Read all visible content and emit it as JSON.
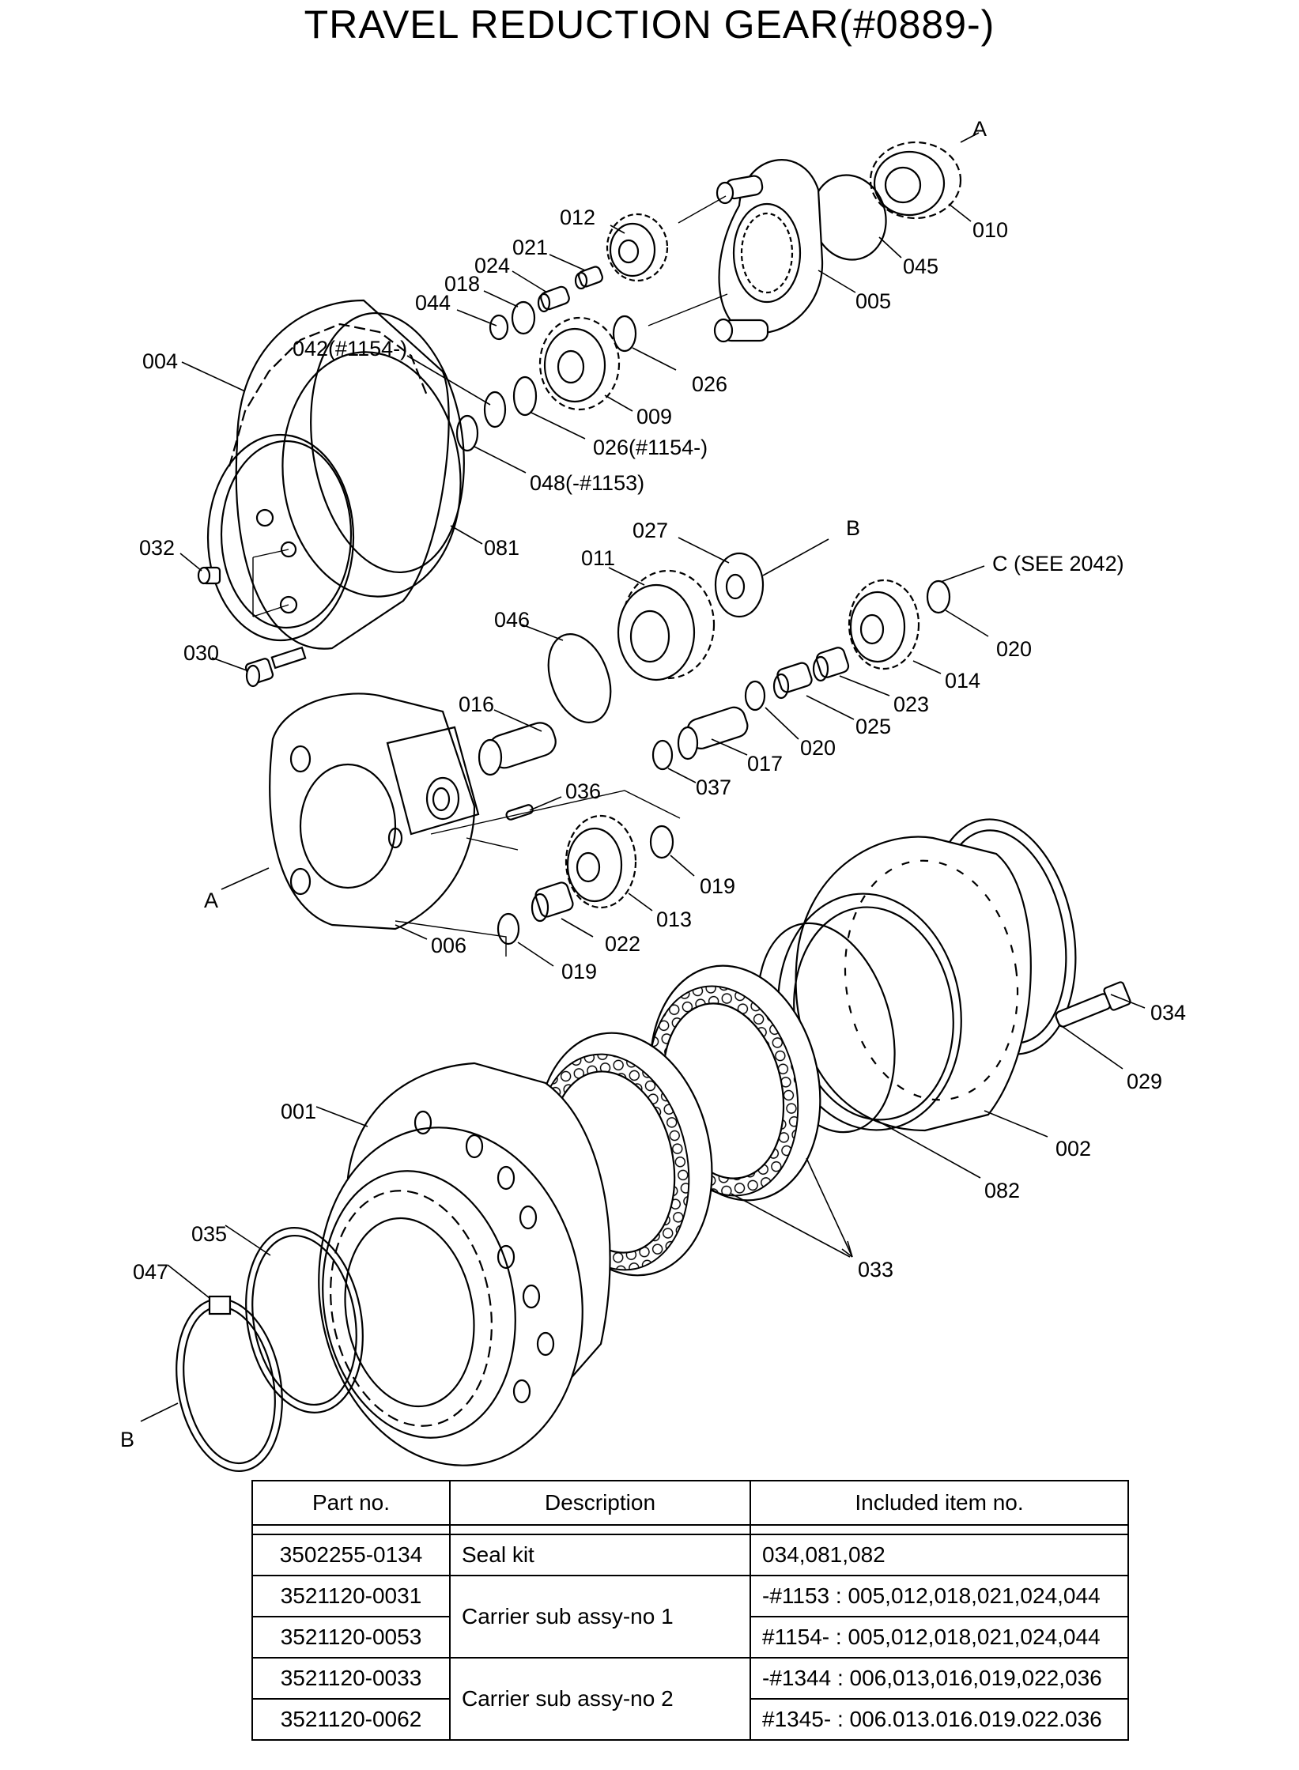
{
  "title": "TRAVEL REDUCTION GEAR(#0889-)",
  "labels": {
    "A_top": "A",
    "p010": "010",
    "p045": "045",
    "p005": "005",
    "p012": "012",
    "p021": "021",
    "p024": "024",
    "p018": "018",
    "p044": "044",
    "p026a": "026",
    "p009": "009",
    "p042": "042(#1154-)",
    "p004": "004",
    "p026b": "026(#1154-)",
    "p048": "048(-#1153)",
    "p081": "081",
    "p032": "032",
    "p030": "030",
    "p027": "027",
    "B_mid": "B",
    "p011": "011",
    "C_see": "C (SEE 2042)",
    "p046": "046",
    "p020a": "020",
    "p014": "014",
    "p023": "023",
    "p016": "016",
    "p025": "025",
    "p020b": "020",
    "p017": "017",
    "p037": "037",
    "p036": "036",
    "p019a": "019",
    "A_left": "A",
    "p013": "013",
    "p006": "006",
    "p022": "022",
    "p019b": "019",
    "p034": "034",
    "p029": "029",
    "p001": "001",
    "p002": "002",
    "p082": "082",
    "p035": "035",
    "p033": "033",
    "p047": "047",
    "B_bottom": "B"
  },
  "table": {
    "headers": {
      "part_no": "Part no.",
      "description": "Description",
      "included": "Included item no."
    },
    "rows": [
      {
        "part_no": "3502255-0134",
        "description": "Seal kit",
        "included": "034,081,082"
      },
      {
        "part_no": "3521120-0031",
        "description": "Carrier sub assy-no 1",
        "included": "-#1153 : 005,012,018,021,024,044"
      },
      {
        "part_no": "3521120-0053",
        "included": "#1154- : 005,012,018,021,024,044"
      },
      {
        "part_no": "3521120-0033",
        "description": "Carrier sub assy-no 2",
        "included": "-#1344 : 006,013,016,019,022,036"
      },
      {
        "part_no": "3521120-0062",
        "included": "#1345- : 006.013.016.019.022.036"
      }
    ]
  }
}
